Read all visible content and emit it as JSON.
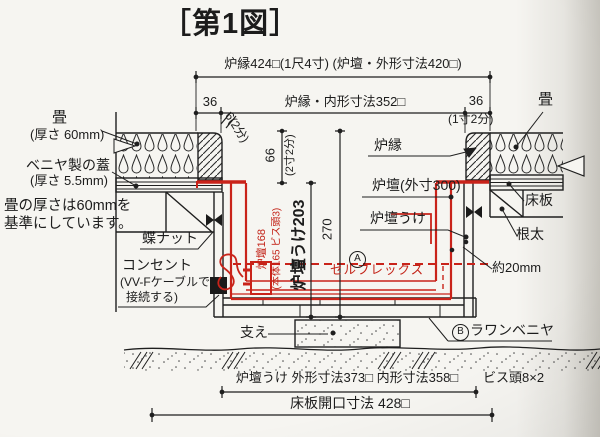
{
  "title": "［第1図］",
  "colors": {
    "ink": "#1c1c1c",
    "red": "#c9231a",
    "paper": "#f6f5f1"
  },
  "top_dimensions": {
    "overall": "炉縁424□(1尺4寸) (炉壇・外形寸法420□)",
    "left_36": "36",
    "inner": "炉縁・内形寸法352□",
    "right_36": "36",
    "right_36_sub": "(1寸2分)",
    "gap_6": "6(2分)"
  },
  "vertical_dimensions": {
    "depth_66": "66",
    "depth_66_sub": "(2寸2分)",
    "rodan_uke_203": "炉壇うけ203",
    "depth_270": "270",
    "rodan_168": "炉壇168",
    "rodan_168_sub": "(本体165 ビス頭3)"
  },
  "left_labels": {
    "tatami": "畳",
    "tatami_sub": "(厚さ 60mm)",
    "plywood_lid": "ベニヤ製の蓋",
    "plywood_lid_sub": "(厚さ 5.5mm)",
    "note_line1": "畳の厚さは60mmを",
    "note_line2": "基準にしています。",
    "wing_nut": "蝶ナット",
    "outlet": "コンセント",
    "outlet_sub1": "(VV-Fケーブルで",
    "outlet_sub2": "接続する)"
  },
  "right_labels": {
    "tatami": "畳",
    "robuchi": "炉縁",
    "rodan": "炉壇(外寸300)",
    "rodan_uke": "炉壇うけ",
    "gap": "約20mm",
    "floor_board": "床板",
    "joist": "根太"
  },
  "center_labels": {
    "selflex": "セルフレックス",
    "mark_a": "A",
    "mark_b": "B",
    "lauan_plywood": "ラワンベニヤ",
    "support": "支え"
  },
  "bottom_dimensions": {
    "rodan_uke_dims": "炉壇うけ 外形寸法373□ 内形寸法358□",
    "screw_heads": "ビス頭8×2",
    "floor_opening": "床板開口寸法 428□"
  }
}
